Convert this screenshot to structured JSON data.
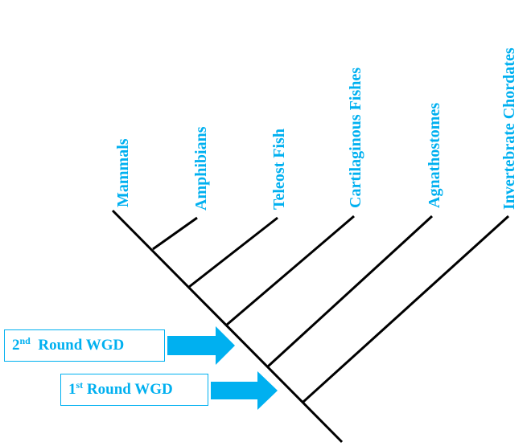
{
  "colors": {
    "accent": "#00b0f0",
    "tree": "#000000"
  },
  "taxa": [
    "Mammals",
    "Amphibians",
    "Teleost Fish",
    "Cartilaginous Fishes",
    "Agnathostomes",
    "Invertebrate Chordates"
  ],
  "wgd": {
    "second": {
      "ordinal": "2",
      "suffix": "nd",
      "text": "Round WGD"
    },
    "first": {
      "ordinal": "1",
      "suffix": "st",
      "text": "Round WGD"
    }
  }
}
